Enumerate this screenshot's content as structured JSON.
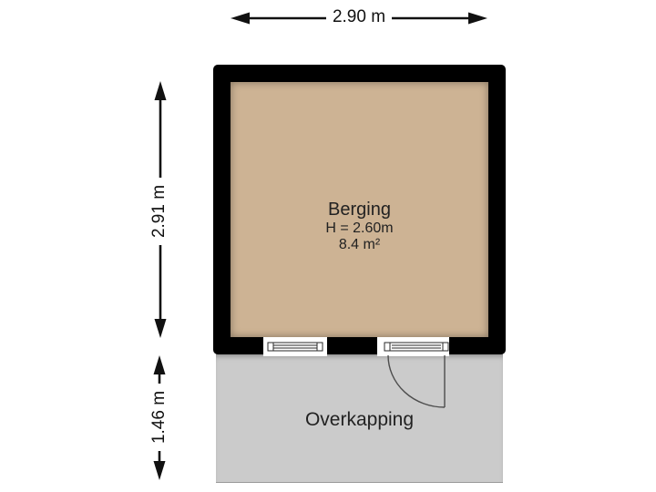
{
  "plan": {
    "room": {
      "name": "Berging",
      "height_label": "H = 2.60m",
      "area_label": "8.4 m²"
    },
    "outdoor": {
      "name": "Overkapping"
    },
    "dimensions": {
      "top_width": "2.90 m",
      "room_height": "2.91 m",
      "outdoor_height": "1.46 m"
    },
    "colors": {
      "background": "#ffffff",
      "floor": "#cdb394",
      "outdoor": "#cbcbcb",
      "wall": "#000000",
      "text": "#222222",
      "dimension": "#111111"
    },
    "icons": {
      "windows": [
        "window-icon-left",
        "window-icon-right"
      ],
      "door": "door-swing-icon",
      "arrows": [
        "horizontal-dimension-arrow",
        "vertical-dimension-arrow-room",
        "vertical-dimension-arrow-outdoor"
      ]
    }
  }
}
